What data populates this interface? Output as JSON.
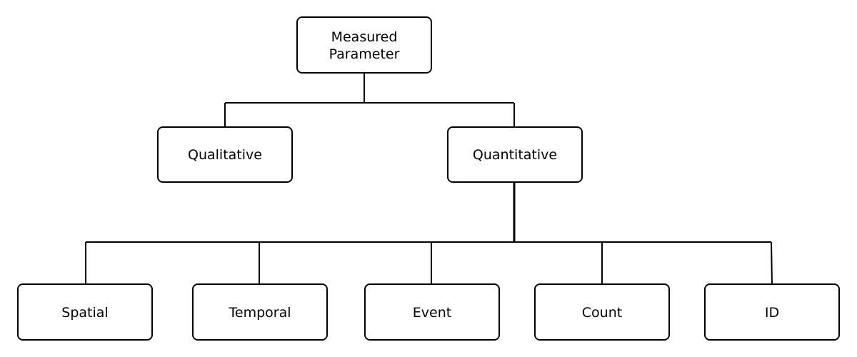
{
  "root": {
    "line1": "Measured",
    "line2": "Parameter"
  },
  "level1": {
    "qualitative": "Qualitative",
    "quantitative": "Quantitative"
  },
  "level2": {
    "spatial": "Spatial",
    "temporal": "Temporal",
    "event": "Event",
    "count": "Count",
    "id": "ID"
  }
}
